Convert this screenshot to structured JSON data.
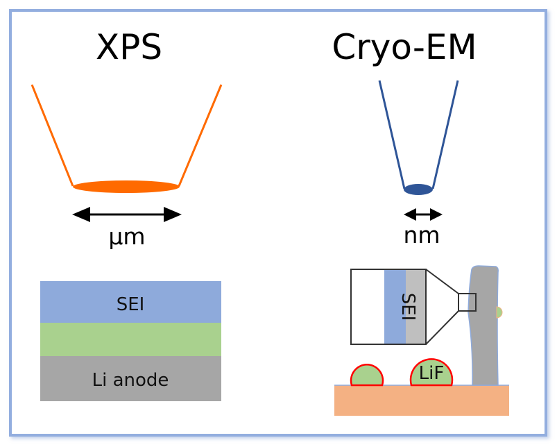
{
  "left_panel": {
    "title": "XPS",
    "beam_color": "#ff6a00",
    "scale_label": "μm",
    "layers": [
      {
        "label": "SEI",
        "color": "#8eaadb"
      },
      {
        "label": "",
        "color": "#a9d18e"
      },
      {
        "label": "Li anode",
        "color": "#a6a6a6"
      }
    ]
  },
  "right_panel": {
    "title": "Cryo-EM",
    "beam_color": "#2f5597",
    "scale_label": "nm",
    "inset_label": "SEI",
    "particle_label": "LiF",
    "colors": {
      "sei": "#8eaadb",
      "anode": "#a6a6a6",
      "substrate": "#f4b183",
      "lif_fill": "#a9d18e",
      "lif_outline": "#ff0000"
    }
  }
}
